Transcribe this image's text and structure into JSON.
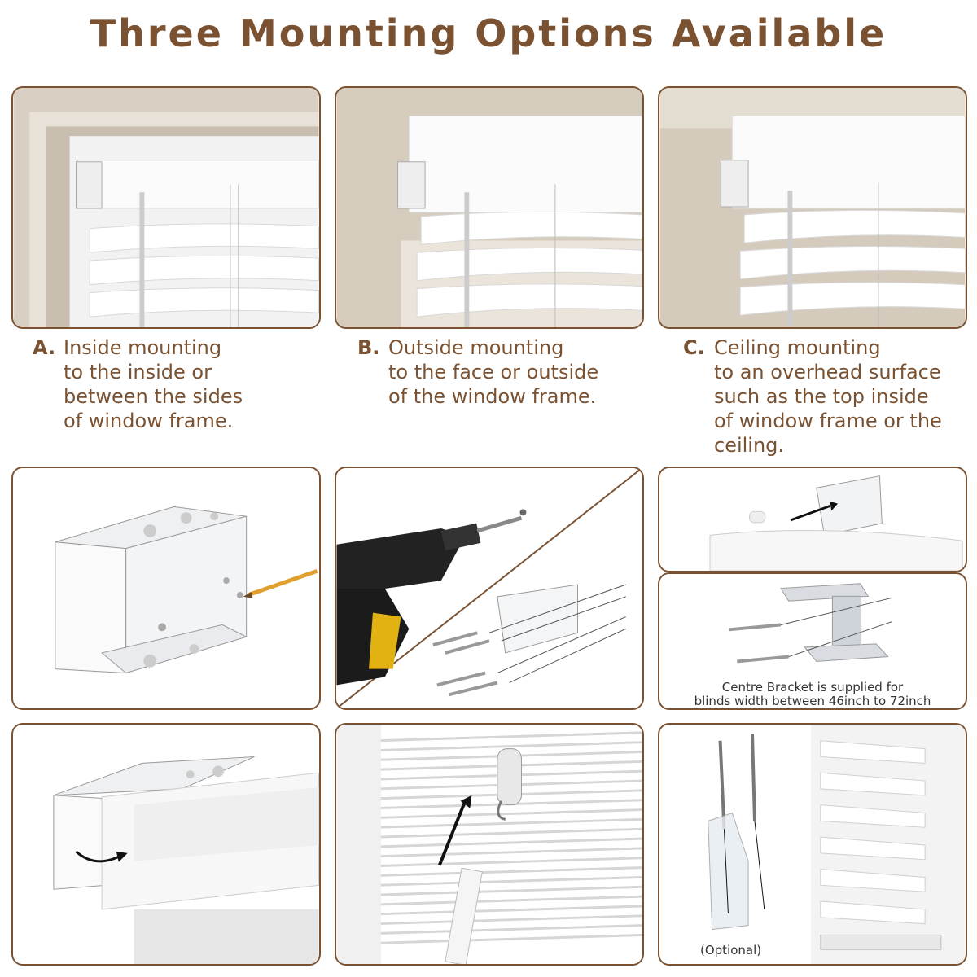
{
  "title": "Three Mounting Options Available",
  "options": [
    {
      "letter": "A.",
      "text": "Inside mounting\nto the inside or\nbetween the sides\nof window frame."
    },
    {
      "letter": "B.",
      "text": "Outside mounting\nto the face or outside\nof the window frame."
    },
    {
      "letter": "C.",
      "text": "Ceiling mounting\nto an overhead surface\nsuch as the top inside\nof window frame or the\nceiling."
    }
  ],
  "centre_bracket_note": "Centre Bracket is supplied for\nblinds width between 46inch to 72inch",
  "optional_label": "(Optional)",
  "colors": {
    "accent": "#7a5232",
    "wall": "#d9cfc2",
    "white": "#ffffff"
  }
}
